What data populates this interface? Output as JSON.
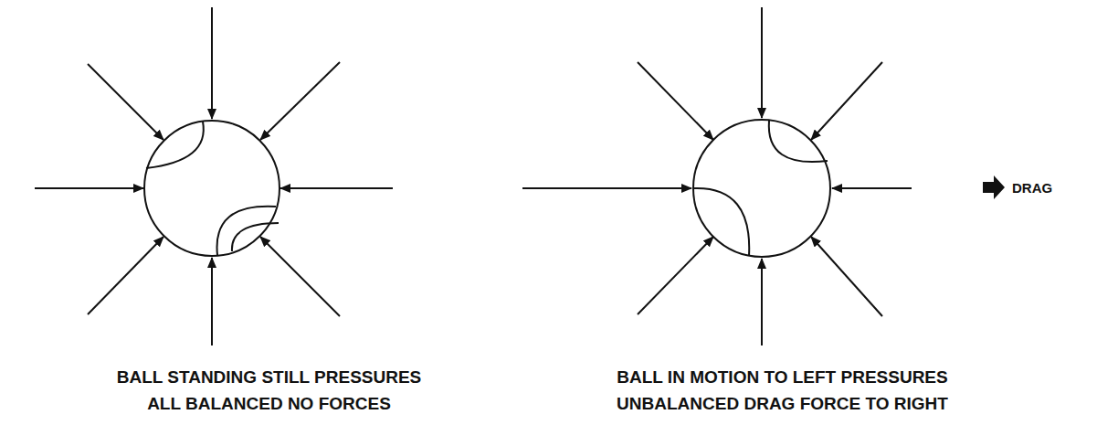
{
  "diagram": {
    "labels": [
      "BALL STANDING STILL PRESSURES ALL BALANCED NO FORCES",
      "BALL IN MOTION TO LEFT PRESSURES UNBALANCED DRAG FORCE TO RIGHT",
      "DRAG"
    ]
  }
}
